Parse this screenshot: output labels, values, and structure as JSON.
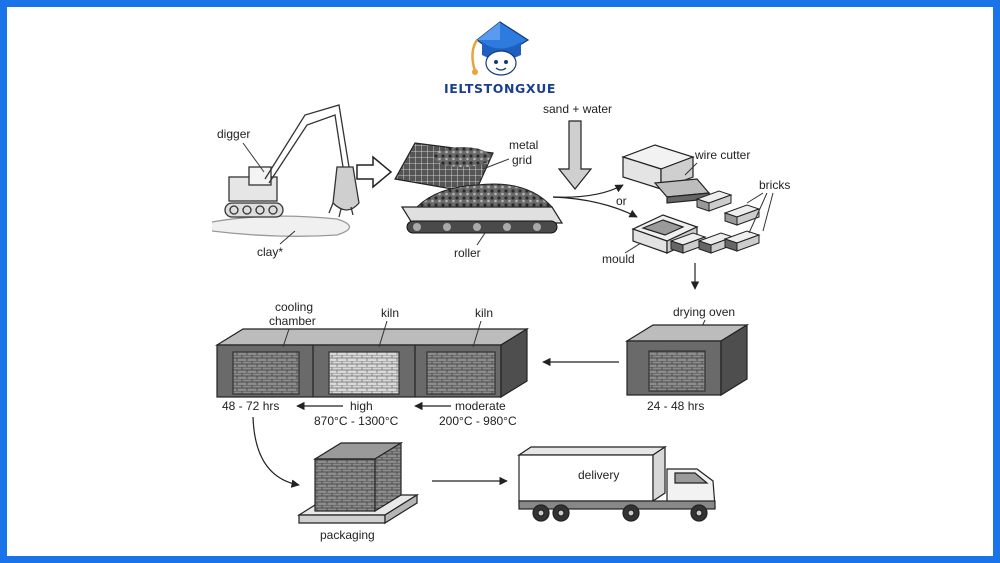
{
  "brand": {
    "name": "IELTSTONGXUE",
    "logo": "graduation-cap-mascot-icon",
    "colors": {
      "border": "#1a73e8",
      "brand_text": "#1b3f8f",
      "cap": "#2e7be0"
    }
  },
  "labels": {
    "digger": "digger",
    "clay": "clay*",
    "metal_grid": [
      "metal",
      "grid"
    ],
    "roller": "roller",
    "sand_water": "sand + water",
    "or": "or",
    "wire_cutter": "wire cutter",
    "bricks": "bricks",
    "mould": "mould",
    "drying_oven": "drying oven",
    "drying_time": "24 - 48 hrs",
    "kiln_moderate": "kiln",
    "kiln_high": "kiln",
    "cooling_chamber": [
      "cooling",
      "chamber"
    ],
    "moderate": [
      "moderate",
      "200°C - 980°C"
    ],
    "high": [
      "high",
      "870°C - 1300°C"
    ],
    "cooling_time": "48 - 72 hrs",
    "packaging": "packaging",
    "delivery": "delivery"
  }
}
